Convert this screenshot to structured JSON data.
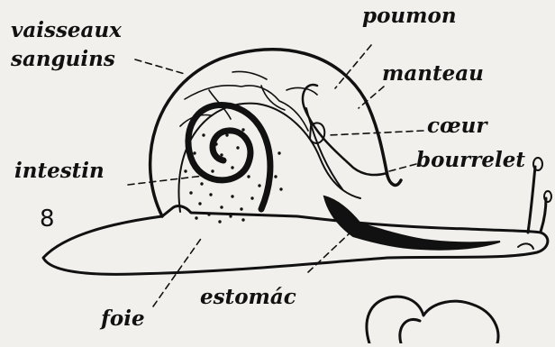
{
  "figure": {
    "number": "8",
    "labels": {
      "vaisseaux": "vaisseaux",
      "sanguins": "sanguins",
      "poumon": "poumon",
      "manteau": "manteau",
      "coeur": "cœur",
      "bourrelet": "bourrelet",
      "intestin": "intestin",
      "estomac": "estomác",
      "foie": "foie"
    }
  },
  "colors": {
    "ink": "#111111",
    "paper": "#f1f0ec"
  }
}
